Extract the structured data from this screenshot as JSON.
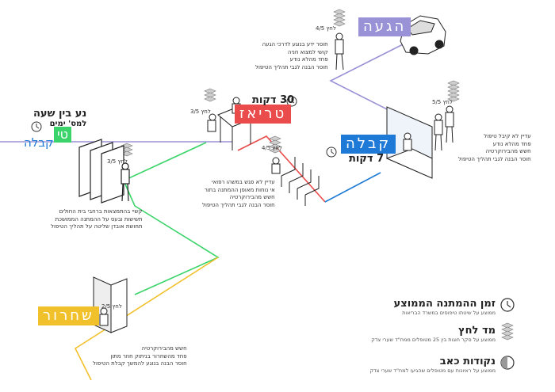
{
  "colors": {
    "arrival": "#9a92d6",
    "triage": "#ea4b4b",
    "reception": "#1e7ad6",
    "waiting": "#3bd46a",
    "discharge": "#f1c12c"
  },
  "stages": {
    "arrival": {
      "label": "הגעה",
      "stress": "לחץ 4/5",
      "bullets": [
        "חוסר ידע בנוגע לדרכי הגעה",
        "קושי למצוא חניה",
        "פחד מהלא נודע",
        "חוסר הבנה לגבי תהליך הטיפול"
      ]
    },
    "triage": {
      "label": "טריאז",
      "time": "30 דקות",
      "stress_desk": "לחץ 3/5",
      "stress_wait": "לחץ 4/5",
      "bullets": [
        "עדיין לא פגש במשהו רפואי",
        "אי נוחות מאופן ההמתנה בתור",
        "חשש מהבירוקרטיה",
        "חוסר הבנה לגבי תהליך הטיפול"
      ]
    },
    "reception": {
      "label": "קבלה",
      "time": "7 דקות",
      "stress": "לחץ 5/5",
      "bullets": [
        "עדיין לא קיבל טיפול",
        "פחד מהלא נודע",
        "חשש מהבירוקרטיה",
        "חוסר הבנה לגבי תהליך הטיפול"
      ]
    },
    "waiting": {
      "title_line1": "נע בין שעה",
      "title_line2": "למס' ימים",
      "tag_text": "טי",
      "reception_text": "קבלה",
      "stress": "לחץ 3/5",
      "bullets": [
        "קשיי בהתמצאות ברחבי בית החולים",
        "תשישות ובעס על ההמתנה הממושכת",
        "תחושת אובדן שליטה על תהליך הטיפול"
      ]
    },
    "discharge": {
      "label": "שחרור",
      "stress": "לחץ 2/5",
      "bullets": [
        "חשש מהבירוקרטיה",
        "פחד מהשחרור בניתוק חוזר מתון",
        "חוסר הבנה בנוגע להמשך קבלת הטיפול"
      ]
    }
  },
  "legend": [
    {
      "icon": "clock-icon",
      "title": "זמן ההמתנה הממוצע",
      "subtitle": "ממוצע על שיטתו טיפוסים במשרד הבריאות"
    },
    {
      "icon": "stress-stack-icon",
      "title": "מד לחץ",
      "subtitle": "ממוצע על סקר חוגות בין 25 מטופלים ממח\"ד שערי צדק"
    },
    {
      "icon": "pain-points-icon",
      "title": "נקודות כאב",
      "subtitle": "ממוצע על ראיונות עם מטופלים שהגיעו למח\"ד שערי צדק"
    }
  ]
}
